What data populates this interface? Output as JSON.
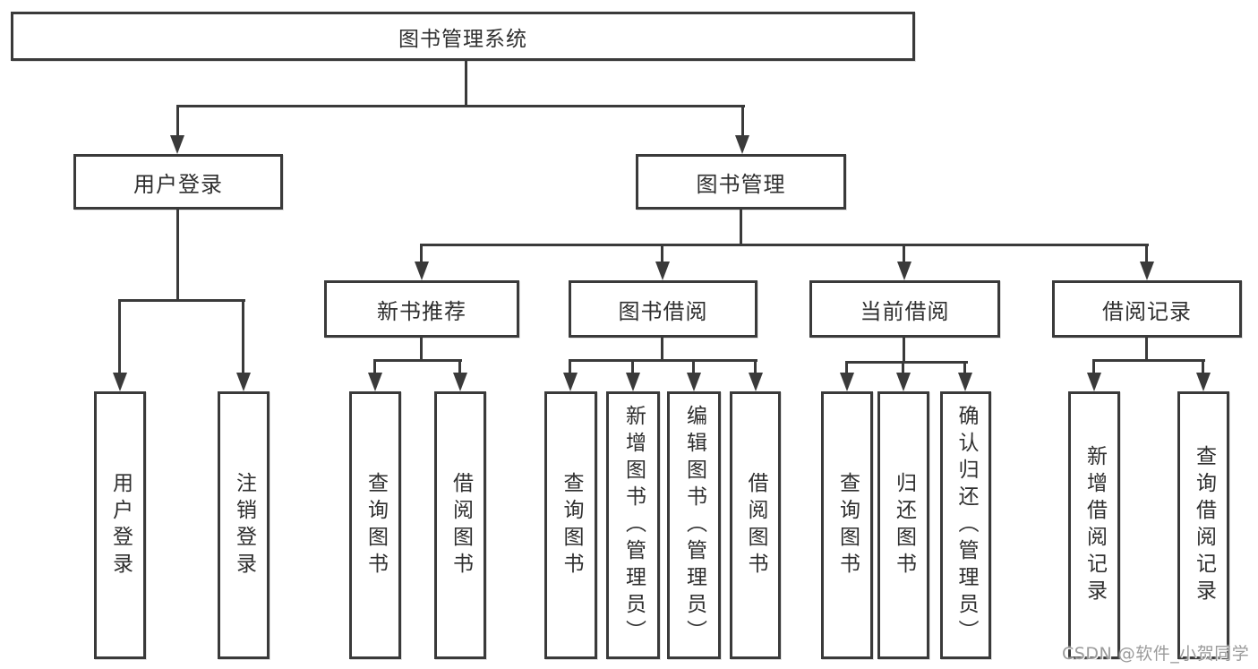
{
  "diagram_title": "图书管理系统",
  "nodes": {
    "root": {
      "label": "图书管理系统"
    },
    "level2": [
      {
        "id": "user-login",
        "label": "用户登录"
      },
      {
        "id": "book-management",
        "label": "图书管理"
      }
    ],
    "level3": [
      {
        "id": "new-book-recommendation",
        "label": "新书推荐"
      },
      {
        "id": "book-borrowing",
        "label": "图书借阅"
      },
      {
        "id": "current-borrowing",
        "label": "当前借阅"
      },
      {
        "id": "borrowing-records",
        "label": "借阅记录"
      }
    ],
    "leaves": [
      {
        "parent": "用户登录",
        "label": "用户登录"
      },
      {
        "parent": "用户登录",
        "label": "注销登录"
      },
      {
        "parent": "新书推荐",
        "label": "查询图书"
      },
      {
        "parent": "新书推荐",
        "label": "借阅图书"
      },
      {
        "parent": "图书借阅",
        "label": "查询图书"
      },
      {
        "parent": "图书借阅",
        "label": "新增图书（管理员）"
      },
      {
        "parent": "图书借阅",
        "label": "编辑图书（管理员）"
      },
      {
        "parent": "图书借阅",
        "label": "借阅图书"
      },
      {
        "parent": "当前借阅",
        "label": "查询图书"
      },
      {
        "parent": "当前借阅",
        "label": "归还图书"
      },
      {
        "parent": "当前借阅",
        "label": "确认归还（管理员）"
      },
      {
        "parent": "借阅记录",
        "label": "新增借阅记录"
      },
      {
        "parent": "借阅记录",
        "label": "查询借阅记录"
      }
    ]
  },
  "watermark": {
    "text": "CSDN @软件_小贺同学",
    "color": "#9b9b9b"
  },
  "colors": {
    "line": "#3a3a3a",
    "text": "#2f2f2f",
    "background": "#ffffff"
  }
}
